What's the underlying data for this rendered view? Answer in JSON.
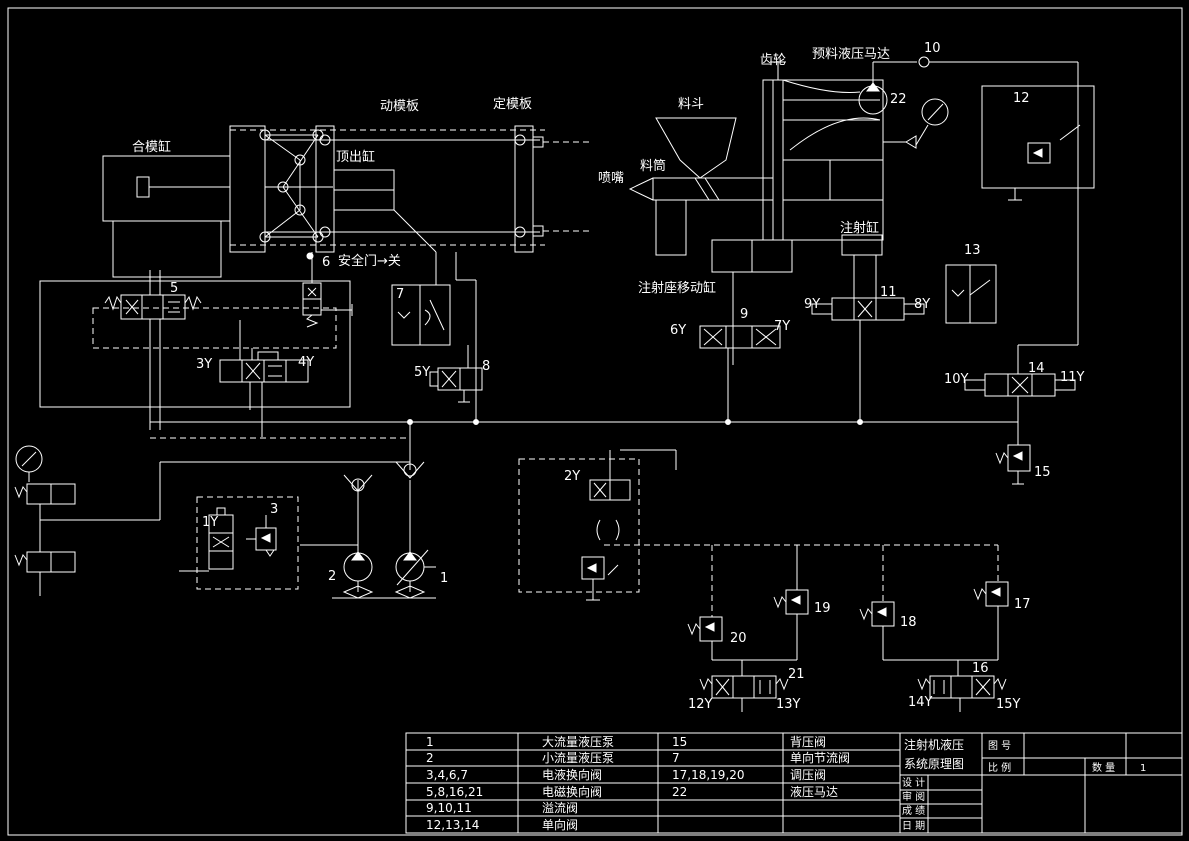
{
  "labels": {
    "clamp_cyl": "合模缸",
    "moving_platen": "动模板",
    "fixed_platen": "定模板",
    "ejector_cyl": "顶出缸",
    "safety_door": "安全门→关",
    "hopper": "料斗",
    "nozzle": "喷嘴",
    "barrel": "料筒",
    "gear": "齿轮",
    "premold_motor": "预料液压马达",
    "injection_cyl": "注射缸",
    "carriage_cyl": "注射座移动缸"
  },
  "numbers": {
    "n1": "1",
    "n2": "2",
    "n3": "3",
    "n5": "5",
    "n6": "6",
    "n7": "7",
    "n8": "8",
    "n9": "9",
    "n10": "10",
    "n11": "11",
    "n12": "12",
    "n13": "13",
    "n14": "14",
    "n15": "15",
    "n16": "16",
    "n17": "17",
    "n18": "18",
    "n19": "19",
    "n20": "20",
    "n21": "21",
    "n22": "22"
  },
  "solenoids": {
    "s1Y": "1Y",
    "s2Y": "2Y",
    "s3Y": "3Y",
    "s4Y": "4Y",
    "s5Y": "5Y",
    "s6Y": "6Y",
    "s7Y": "7Y",
    "s8Y": "8Y",
    "s9Y": "9Y",
    "s10Y": "10Y",
    "s11Y": "11Y",
    "s12Y": "12Y",
    "s13Y": "13Y",
    "s14Y": "14Y",
    "s15Y": "15Y"
  },
  "parts_table": {
    "rows": [
      {
        "no": "1",
        "name": "大流量液压泵",
        "no2": "15",
        "name2": "背压阀"
      },
      {
        "no": "2",
        "name": "小流量液压泵",
        "no2": "7",
        "name2": "单向节流阀"
      },
      {
        "no": "3,4,6,7",
        "name": "电液换向阀",
        "no2": "17,18,19,20",
        "name2": "调压阀"
      },
      {
        "no": "5,8,16,21",
        "name": "电磁换向阀",
        "no2": "22",
        "name2": "液压马达"
      },
      {
        "no": "9,10,11",
        "name": "溢流阀",
        "no2": "",
        "name2": ""
      },
      {
        "no": "12,13,14",
        "name": "单向阀",
        "no2": "",
        "name2": ""
      }
    ]
  },
  "title_block": {
    "title_line1": "注射机液压",
    "title_line2": "系统原理图",
    "drawing_no_label": "图 号",
    "scale_label": "比 例",
    "qty_label": "数 量",
    "qty_value": "1",
    "design_label": "设 计",
    "check_label": "审 阅",
    "score_label": "成 绩",
    "date_label": "日 期"
  }
}
